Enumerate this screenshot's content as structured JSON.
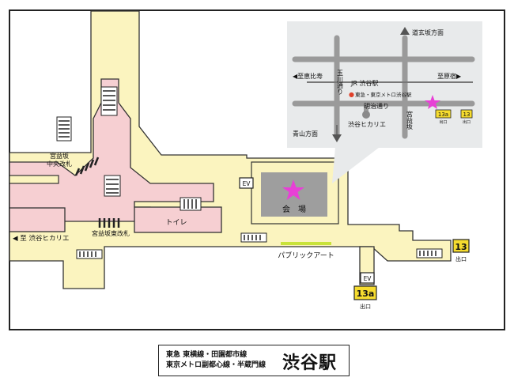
{
  "colors": {
    "concourse": "#fbf4bf",
    "gates": "#f6cfd2",
    "venue": "#9e9e9e",
    "star": "#e83fd6",
    "exit_badge": "#f6dc2f",
    "public_art": "#c9e33a",
    "inset_bg": "#e8eaeb",
    "inset_road": "#9a9a9a"
  },
  "inset": {
    "dogenzaka": "道玄坂方面",
    "ebisu": "◀至恵比寿",
    "tamagawa": "玉川通り",
    "jr_shibuya": "JR 渋谷駅",
    "harajuku": "至原宿▶",
    "tokyu_metro_marker": "●",
    "tokyu_metro": "東急・東京メトロ渋谷駅",
    "meiji": "明治通り",
    "miyamasuzaka": "宮益坂",
    "hikarie": "渋谷ヒカリエ",
    "aoyama": "青山方面",
    "exit_13a": "13a",
    "exit_13": "13",
    "exit_label": "出口"
  },
  "labels": {
    "ev1": "EV",
    "ev2": "EV",
    "venue": "会　場",
    "toilet": "トイレ",
    "central_gate_line1": "宮益坂",
    "central_gate_line2": "中央改札",
    "east_gate": "宮益坂東改札",
    "to_hikarie": "◀ 至 渋谷ヒカリエ",
    "public_art": "パブリックアート",
    "exit13": "13",
    "exit13_label": "出口",
    "exit13a": "13a",
    "exit13a_label": "出口"
  },
  "caption": {
    "line1": "東急 東横線・田園都市線",
    "line2": "東京メトロ副都心線・半蔵門線",
    "station": "渋谷駅"
  }
}
